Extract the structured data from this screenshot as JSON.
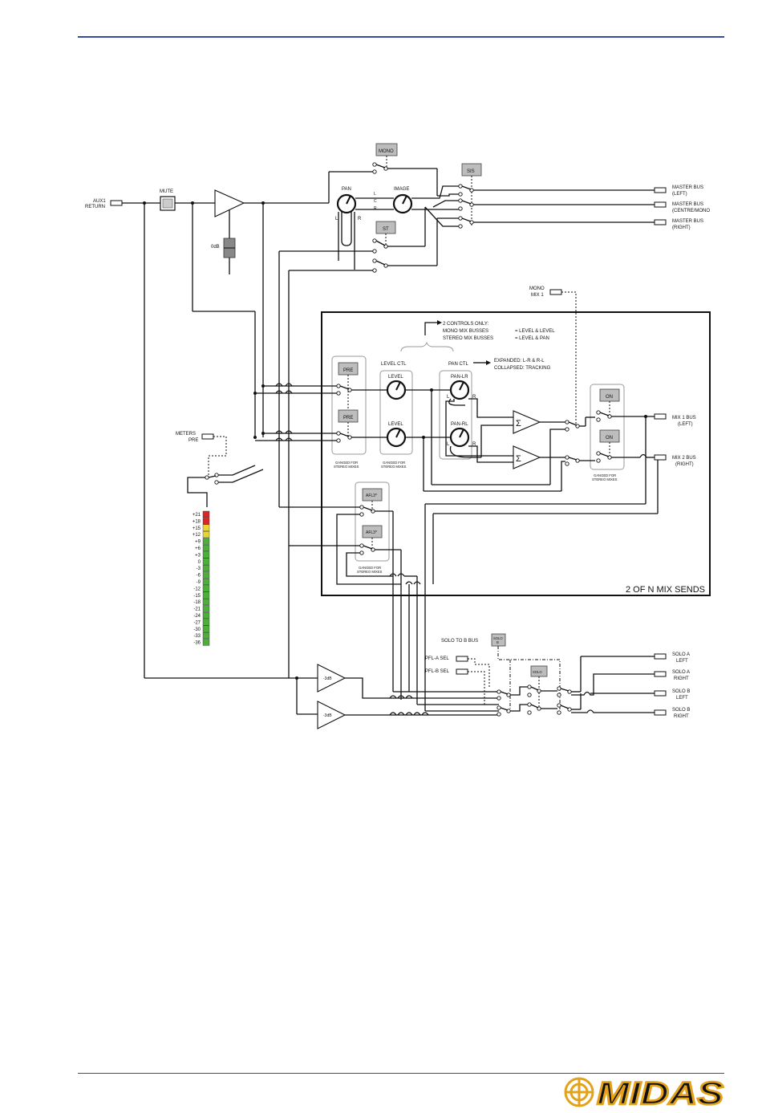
{
  "colors": {
    "rule": "#3a4a9a",
    "button": "#bdbdbd",
    "meter_red": "#d62828",
    "meter_yellow": "#e8d531",
    "meter_green": "#4caf3a",
    "logo": "#e3a21a"
  },
  "labels": {
    "aux_return": "AUX1",
    "aux_return2": "RETURN",
    "mute": "MUTE",
    "odb": "0dB",
    "mono": "MONO",
    "sis": "SIS",
    "st": "ST",
    "pan": "PAN",
    "image": "IMAGE",
    "pan_l": "L",
    "pan_r": "R",
    "lcr_l": "L",
    "lcr_c": "C",
    "lcr_r": "R",
    "master_left_1": "MASTER BUS",
    "master_left_2": "(LEFT)",
    "master_centre_1": "MASTER BUS",
    "master_centre_2": "(CENTRE/MONO",
    "master_right_1": "MASTER BUS",
    "master_right_2": "(RIGHT)",
    "mono_mix_1": "MONO",
    "mono_mix_2": "MIX 1",
    "controls_only": "2 CONTROLS ONLY:",
    "mono_mix_busses": "MONO MIX BUSSES",
    "mono_mix_value": "= LEVEL & LEVEL",
    "stereo_mix_busses": "STEREO MIX BUSSES",
    "stereo_mix_value": "= LEVEL & PAN",
    "level_ctl": "LEVEL CTL",
    "pan_ctl": "PAN CTL",
    "expanded": "EXPANDED: L-R & R-L",
    "collapsed": "COLLAPSED: TRACKING",
    "pre_top": "PRE",
    "pre_bottom": "PRE",
    "level_top": "LEVEL",
    "level_bottom": "LEVEL",
    "pan_lr": "PAN-LR",
    "pan_rl": "PAN-RL",
    "pan_lr_l": "L",
    "pan_lr_r": "R",
    "pan_rl_l": "L",
    "pan_rl_r": "R",
    "sigma_top": "Σ",
    "sigma_bottom": "Σ",
    "ganged_1a": "GANGED FOR",
    "ganged_1b": "STEREO MIXES",
    "ganged_2a": "GANGED FOR",
    "ganged_2b": "STEREO MIXES",
    "ganged_3a": "GANGED FOR",
    "ganged_3b": "STEREO MIXES",
    "ganged_4a": "GANGED FOR",
    "ganged_4b": "STEREO MIXES",
    "on_top": "ON",
    "on_bottom": "ON",
    "mix1_1": "MIX 1 BUS",
    "mix1_2": "(LEFT)",
    "mix2_1": "MIX 2 BUS",
    "mix2_2": "(RIGHT)",
    "afl_top": "AFL3*",
    "afl_bottom": "AFL3*",
    "mix_sends": "2 OF N MIX SENDS",
    "meters_1": "METERS",
    "meters_2": "PRE",
    "solo_to_b": "SOLO TO B BUS",
    "solo_b_btn_1": "SOLO",
    "solo_b_btn_2": "B",
    "pfl_a": "PFL-A SEL",
    "pfl_b": "PFL-B SEL",
    "solo_btn": "SOLO",
    "amp_top": "-3dB",
    "amp_bottom": "-3dB",
    "solo_a_left_1": "SOLO A",
    "solo_a_left_2": "LEFT",
    "solo_a_right_1": "SOLO A",
    "solo_a_right_2": "RIGHT",
    "solo_b_left_1": "SOLO B",
    "solo_b_left_2": "LEFT",
    "solo_b_right_1": "SOLO B",
    "solo_b_right_2": "RIGHT"
  },
  "meter": [
    {
      "label": "+21",
      "color": "#d62828"
    },
    {
      "label": "+18",
      "color": "#d62828"
    },
    {
      "label": "+15",
      "color": "#e8d531"
    },
    {
      "label": "+12",
      "color": "#e8d531"
    },
    {
      "label": "+9",
      "color": "#4caf3a"
    },
    {
      "label": "+6",
      "color": "#4caf3a"
    },
    {
      "label": "+3",
      "color": "#4caf3a"
    },
    {
      "label": "0",
      "color": "#4caf3a"
    },
    {
      "label": "-3",
      "color": "#4caf3a"
    },
    {
      "label": "-6",
      "color": "#4caf3a"
    },
    {
      "label": "-9",
      "color": "#4caf3a"
    },
    {
      "label": "-12",
      "color": "#4caf3a"
    },
    {
      "label": "-15",
      "color": "#4caf3a"
    },
    {
      "label": "-18",
      "color": "#4caf3a"
    },
    {
      "label": "-21",
      "color": "#4caf3a"
    },
    {
      "label": "-24",
      "color": "#4caf3a"
    },
    {
      "label": "-27",
      "color": "#4caf3a"
    },
    {
      "label": "-30",
      "color": "#4caf3a"
    },
    {
      "label": "-33",
      "color": "#4caf3a"
    },
    {
      "label": "-36",
      "color": "#4caf3a"
    }
  ],
  "logo_text": "MIDAS",
  "icons": {
    "logo": "midas-roundel-icon"
  }
}
